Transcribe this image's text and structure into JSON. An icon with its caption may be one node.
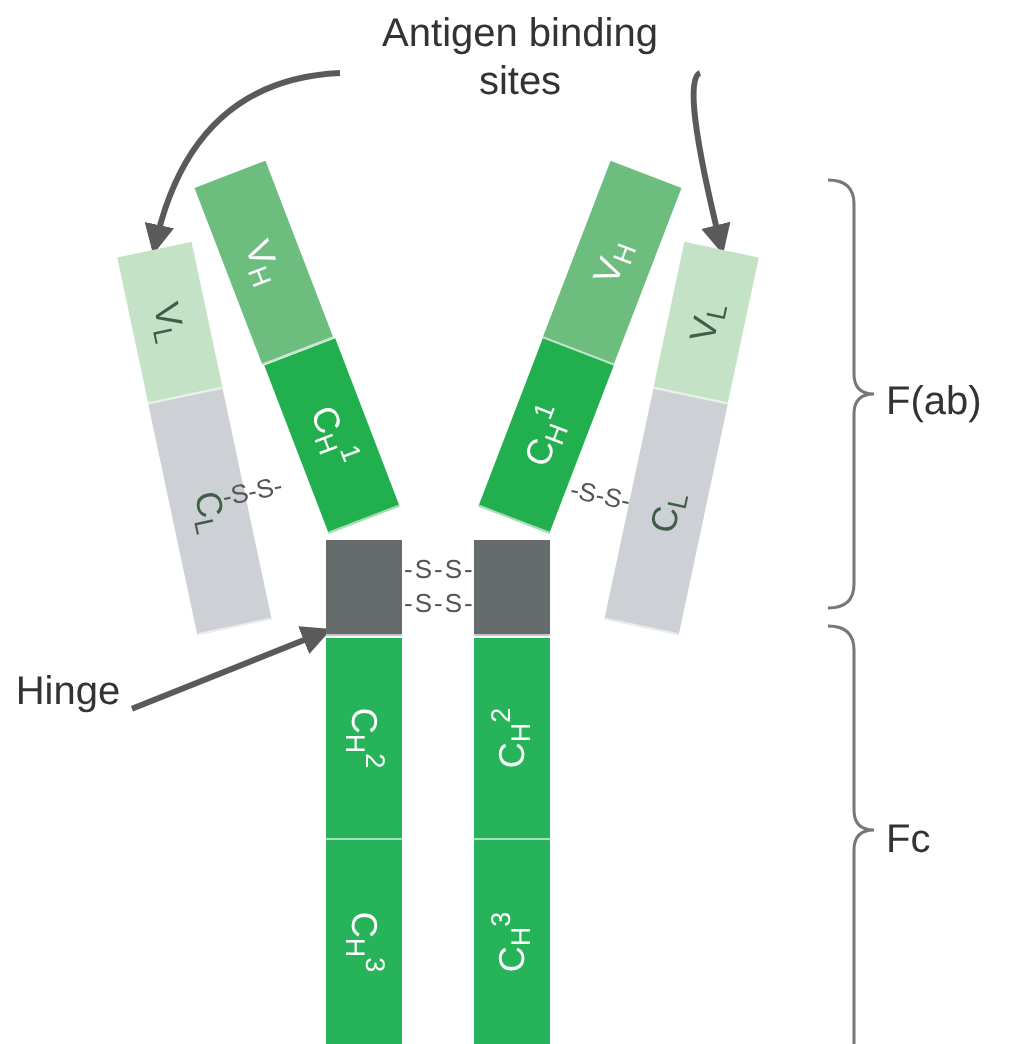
{
  "diagram": {
    "nodes": [
      {
        "text": [
          "Antigen binding sites"
        ]
      },
      {
        "text": [
          "V$_{L}$"
        ]
      },
      {
        "text": [
          "C$_{L}$"
        ]
      },
      {
        "text": [
          "V$_{H}$"
        ]
      },
      {
        "text": [
          "C$_{H}$$^{1}$"
        ]
      },
      {
        "text": [],
        "shape": "box"
      },
      {
        "text": [],
        "shape": "box"
      },
      {
        "text": [
          "V$_{H}$"
        ]
      },
      {
        "text": [
          "C$_{H}$$^{1}$"
        ]
      },
      {
        "text": [
          "V$_{L}$"
        ]
      },
      {
        "text": [
          "C$_{L}$"
        ]
      },
      {
        "text": [
          "C$_{H}$$^{2}$"
        ]
      },
      {
        "text": [
          "C$_{H}$$^{3}$"
        ]
      },
      {
        "text": [
          "C$_{H}$$^{2}$"
        ]
      },
      {
        "text": [
          "C$_{H}$$^{3}$"
        ]
      },
      {
        "text": [
          "Hinge"
        ]
      }
    ],
    "edges": [
      {
        "from": 0,
        "to": 1,
        "arrow": "to"
      },
      {
        "from": 0,
        "to": 9,
        "arrow": "to"
      },
      {
        "from": 15,
        "to": 5,
        "arrow": "to"
      }
    ],
    "labels": [
      "F(ab)",
      "-S-S-",
      "-S-S-",
      "-S-S-",
      "-S-S-",
      "Fc"
    ]
  }
}
